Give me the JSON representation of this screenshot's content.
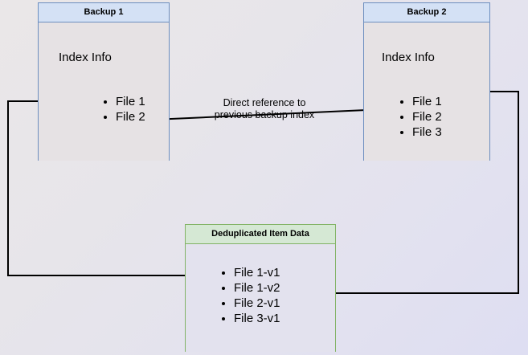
{
  "diagram": {
    "background_from": "#eae7e8",
    "background_to": "#dedef2",
    "boxes": {
      "backup1": {
        "title": "Backup 1",
        "section_label": "Index Info",
        "border_color": "#6c8ebf",
        "header_color": "#d4e1f5",
        "items": [
          {
            "label": "File 1"
          },
          {
            "label": "File 2"
          }
        ]
      },
      "backup2": {
        "title": "Backup 2",
        "section_label": "Index Info",
        "border_color": "#6c8ebf",
        "header_color": "#d4e1f5",
        "items": [
          {
            "label": "File 1"
          },
          {
            "label": "File 2"
          },
          {
            "label": "File 3"
          }
        ]
      },
      "dedup": {
        "title": "Deduplicated Item Data",
        "border_color": "#82b366",
        "header_color": "#d5e8d4",
        "items": [
          {
            "label": "File 1-v1"
          },
          {
            "label": "File 1-v2"
          },
          {
            "label": "File 2-v1"
          },
          {
            "label": "File 3-v1"
          }
        ]
      }
    },
    "annotations": {
      "direct_reference": {
        "line1": "Direct reference to",
        "line2": "previous backup index"
      }
    },
    "connector_color": "#000000"
  }
}
